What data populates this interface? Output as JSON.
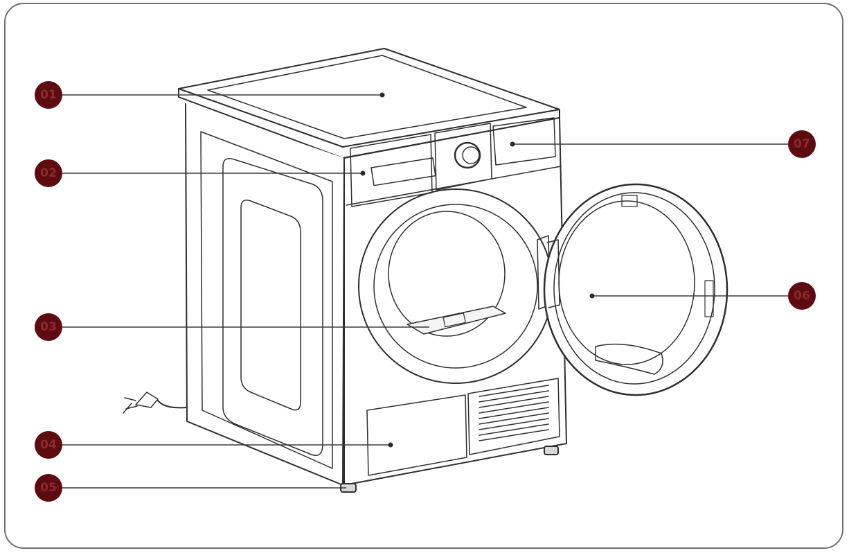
{
  "diagram": {
    "callouts": [
      {
        "id": "01",
        "label": "01"
      },
      {
        "id": "02",
        "label": "02"
      },
      {
        "id": "03",
        "label": "03"
      },
      {
        "id": "04",
        "label": "04"
      },
      {
        "id": "05",
        "label": "05"
      },
      {
        "id": "06",
        "label": "06"
      },
      {
        "id": "07",
        "label": "07"
      }
    ]
  },
  "colors": {
    "badge": "#5e0b0f",
    "line": "#3a3a3a",
    "frame": "#6f6f6f"
  }
}
